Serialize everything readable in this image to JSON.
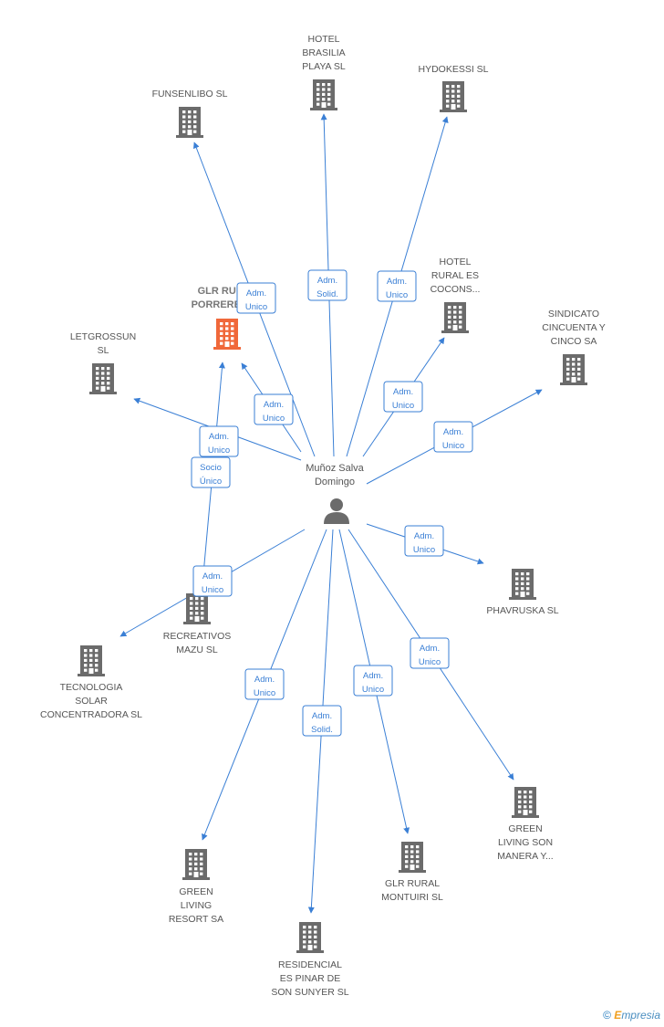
{
  "center": {
    "name_lines": [
      "Muñoz Salva",
      "Domingo"
    ],
    "icon": "person-icon"
  },
  "colors": {
    "edge": "#3a7fd5",
    "building": "#6b6b6b",
    "focus_building": "#f0683a",
    "label": "#555555"
  },
  "nodes": [
    {
      "id": "hotel-brasilia",
      "lines": [
        "HOTEL",
        "BRASILIA",
        "PLAYA SL"
      ],
      "icon": "building-icon"
    },
    {
      "id": "hydokessi",
      "lines": [
        "HYDOKESSI SL"
      ],
      "icon": "building-icon"
    },
    {
      "id": "funsenlibo",
      "lines": [
        "FUNSENLIBO SL"
      ],
      "icon": "building-icon"
    },
    {
      "id": "hotel-rural",
      "lines": [
        "HOTEL",
        "RURAL ES",
        "COCONS..."
      ],
      "icon": "building-icon"
    },
    {
      "id": "glr-porreres",
      "lines": [
        "GLR RURAL",
        "PORRERES SL"
      ],
      "icon": "building-icon",
      "focus": true
    },
    {
      "id": "sindicato",
      "lines": [
        "SINDICATO",
        "CINCUENTA Y",
        "CINCO SA"
      ],
      "icon": "building-icon"
    },
    {
      "id": "letgrossun",
      "lines": [
        "LETGROSSUN",
        "SL"
      ],
      "icon": "building-icon"
    },
    {
      "id": "phavruska",
      "lines": [
        "PHAVRUSKA SL"
      ],
      "icon": "building-icon"
    },
    {
      "id": "recreativos",
      "lines": [
        "RECREATIVOS",
        "MAZU SL"
      ],
      "icon": "building-icon"
    },
    {
      "id": "tecnologia",
      "lines": [
        "TECNOLOGIA",
        "SOLAR",
        "CONCENTRADORA SL"
      ],
      "icon": "building-icon"
    },
    {
      "id": "green-manera",
      "lines": [
        "GREEN",
        "LIVING SON",
        "MANERA Y..."
      ],
      "icon": "building-icon"
    },
    {
      "id": "green-resort",
      "lines": [
        "GREEN",
        "LIVING",
        "RESORT SA"
      ],
      "icon": "building-icon"
    },
    {
      "id": "glr-montuiri",
      "lines": [
        "GLR RURAL",
        "MONTUIRI SL"
      ],
      "icon": "building-icon"
    },
    {
      "id": "residencial",
      "lines": [
        "RESIDENCIAL",
        "ES PINAR DE",
        "SON SUNYER SL"
      ],
      "icon": "building-icon"
    }
  ],
  "edges": [
    {
      "to": "funsenlibo",
      "label": [
        "Adm.",
        "Unico"
      ]
    },
    {
      "to": "hotel-brasilia",
      "label": [
        "Adm.",
        "Solid."
      ]
    },
    {
      "to": "hydokessi",
      "label": [
        "Adm.",
        "Unico"
      ]
    },
    {
      "to": "hotel-rural",
      "label": [
        "Adm.",
        "Unico"
      ]
    },
    {
      "to": "glr-porreres",
      "label": [
        "Adm.",
        "Unico"
      ]
    },
    {
      "to": "glr-porreres",
      "label": [
        "Socio",
        "Único"
      ]
    },
    {
      "to": "sindicato",
      "label": [
        "Adm.",
        "Unico"
      ]
    },
    {
      "to": "letgrossun",
      "label": [
        "Adm.",
        "Unico"
      ]
    },
    {
      "to": "phavruska",
      "label": [
        "Adm.",
        "Unico"
      ]
    },
    {
      "to": "tecnologia",
      "label": [
        "Adm.",
        "Unico"
      ]
    },
    {
      "to": "green-manera",
      "label": [
        "Adm.",
        "Unico"
      ]
    },
    {
      "to": "green-resort",
      "label": [
        "Adm.",
        "Unico"
      ]
    },
    {
      "to": "glr-montuiri",
      "label": [
        "Adm.",
        "Unico"
      ]
    },
    {
      "to": "residencial",
      "label": [
        "Adm.",
        "Solid."
      ]
    }
  ],
  "footer": {
    "copyright": "©",
    "brand_initial": "E",
    "brand_rest": "mpresia"
  }
}
